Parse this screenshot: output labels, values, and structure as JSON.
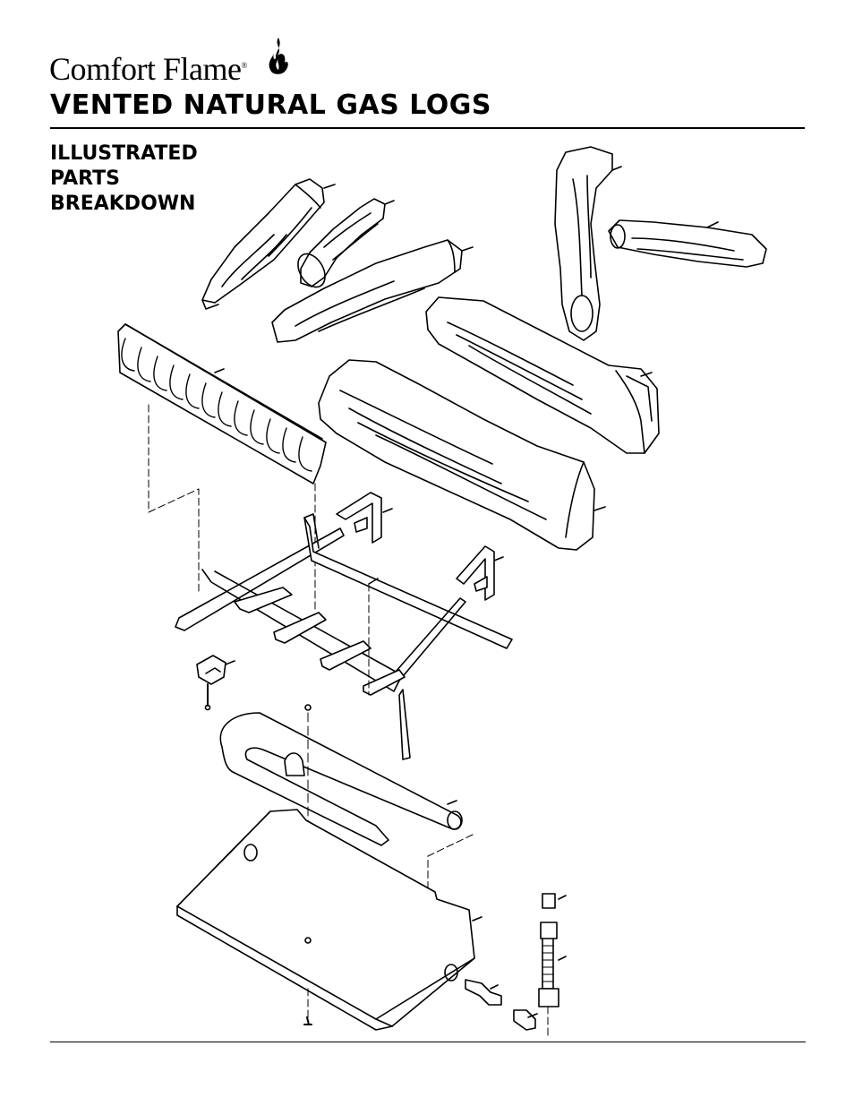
{
  "brand": {
    "name": "Comfort Flame",
    "registered_mark": "®"
  },
  "title": "VENTED NATURAL GAS LOGS",
  "section_heading": [
    "ILLUSTRATED",
    "PARTS",
    "BREAKDOWN"
  ],
  "icons": [
    "flame-icon"
  ]
}
